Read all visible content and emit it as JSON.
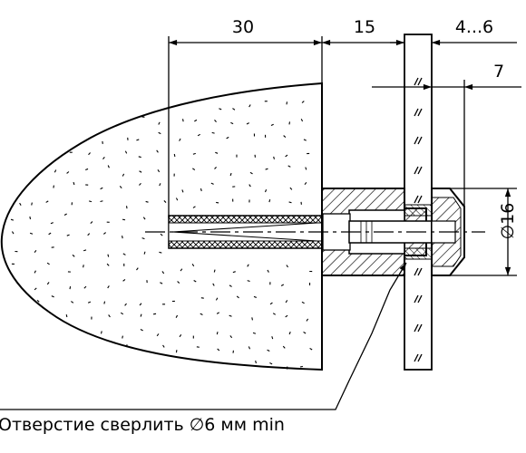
{
  "dimensions": {
    "depth": "30",
    "spacer": "15",
    "glass_thickness": "4...6",
    "cap": "7",
    "diameter": "∅16"
  },
  "note": "Отверстие сверлить ∅6 мм min",
  "colors": {
    "line": "#000000",
    "background": "#ffffff"
  }
}
